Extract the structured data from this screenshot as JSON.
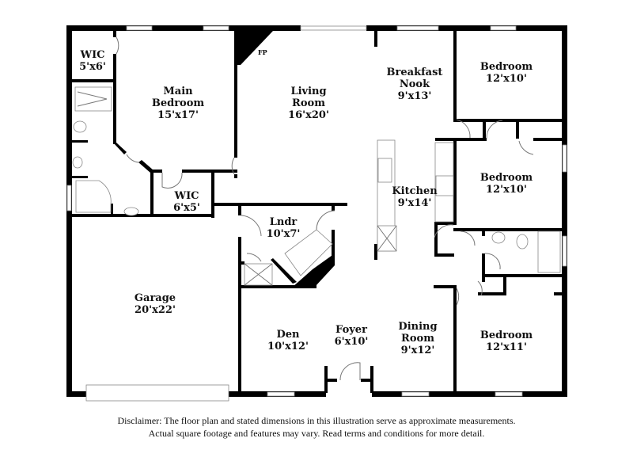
{
  "rooms": {
    "wic_main": {
      "name": "WIC",
      "size": "5'x6'"
    },
    "main_bedroom": {
      "name_line1": "Main",
      "name_line2": "Bedroom",
      "size": "15'x17'"
    },
    "wic_small": {
      "name": "WIC",
      "size": "6'x5'"
    },
    "living_room": {
      "name_line1": "Living",
      "name_line2": "Room",
      "size": "16'x20'"
    },
    "breakfast_nook": {
      "name_line1": "Breakfast",
      "name_line2": "Nook",
      "size": "9'x13'"
    },
    "bedroom_1": {
      "name": "Bedroom",
      "size": "12'x10'"
    },
    "bedroom_2": {
      "name": "Bedroom",
      "size": "12'x10'"
    },
    "kitchen": {
      "name": "Kitchen",
      "size": "9'x14'"
    },
    "laundry": {
      "name": "Lndr",
      "size": "10'x7'"
    },
    "garage": {
      "name": "Garage",
      "size": "20'x22'"
    },
    "den": {
      "name": "Den",
      "size": "10'x12'"
    },
    "foyer": {
      "name": "Foyer",
      "size": "6'x10'"
    },
    "dining_room": {
      "name_line1": "Dining",
      "name_line2": "Room",
      "size": "9'x12'"
    },
    "bedroom_3": {
      "name": "Bedroom",
      "size": "12'x11'"
    }
  },
  "fireplace_label": "FP",
  "disclaimer": {
    "line1": "Disclaimer: The floor plan and stated dimensions in this illustration serve as approximate measurements.",
    "line2": "Actual square footage and features may vary. Read terms and conditions for more detail."
  }
}
